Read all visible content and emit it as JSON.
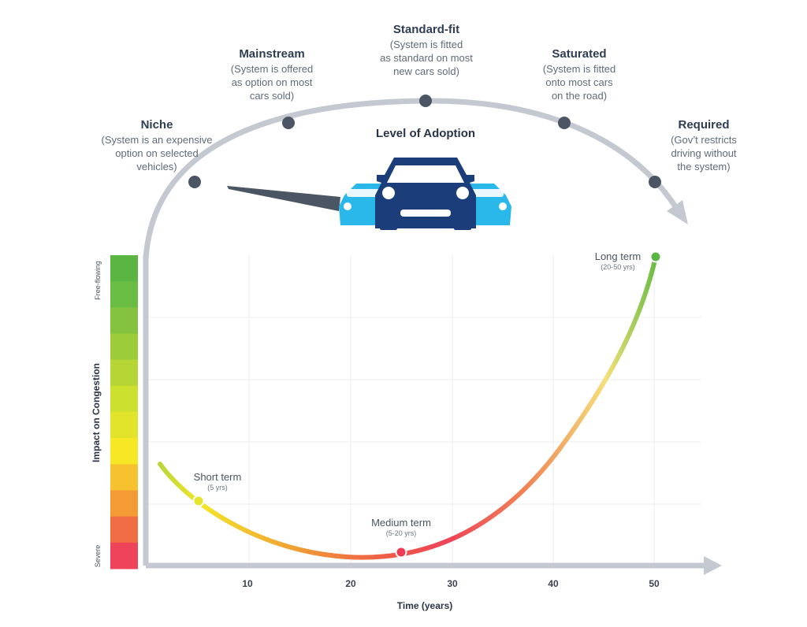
{
  "adoption": {
    "title": "Level of Adoption",
    "stages": [
      {
        "title": "Niche",
        "desc": [
          "(System is an expensive",
          "option on selected",
          "vehicles)"
        ]
      },
      {
        "title": "Mainstream",
        "desc": [
          "(System is offered",
          "as option on most",
          "cars sold)"
        ]
      },
      {
        "title": "Standard-fit",
        "desc": [
          "(System is fitted",
          "as standard on most",
          "new cars sold)"
        ]
      },
      {
        "title": "Saturated",
        "desc": [
          "(System is fitted",
          "onto most cars",
          "on the road)"
        ]
      },
      {
        "title": "Required",
        "desc": [
          "(Gov’t restricts",
          "driving without",
          "the system)"
        ]
      }
    ]
  },
  "chart": {
    "x_label": "Time (years)",
    "y_label": "Impact on Congestion",
    "y_top": "Free-flowing",
    "y_bottom": "Severe",
    "x_ticks": [
      "10",
      "20",
      "30",
      "40",
      "50"
    ],
    "phases": [
      {
        "title": "Short term",
        "sub": "(5 yrs)"
      },
      {
        "title": "Medium term",
        "sub": "(5-20 yrs)"
      },
      {
        "title": "Long term",
        "sub": "(20-50 yrs)"
      }
    ],
    "scale_colors": [
      "#5ab543",
      "#6abd43",
      "#84c33f",
      "#9ccc3a",
      "#b6d636",
      "#cce030",
      "#e2e32b",
      "#f7e826",
      "#f6c22f",
      "#f49b35",
      "#f16d43",
      "#ee4358"
    ]
  },
  "colors": {
    "arc": "#c4c9d1",
    "dot": "#4b5563",
    "car_front": "#1b3d7a",
    "car_side": "#2ab8ea",
    "axis": "#c4c9d1",
    "grid": "#eceef1"
  },
  "icons": [
    "car-icon",
    "pointer-needle-icon"
  ]
}
